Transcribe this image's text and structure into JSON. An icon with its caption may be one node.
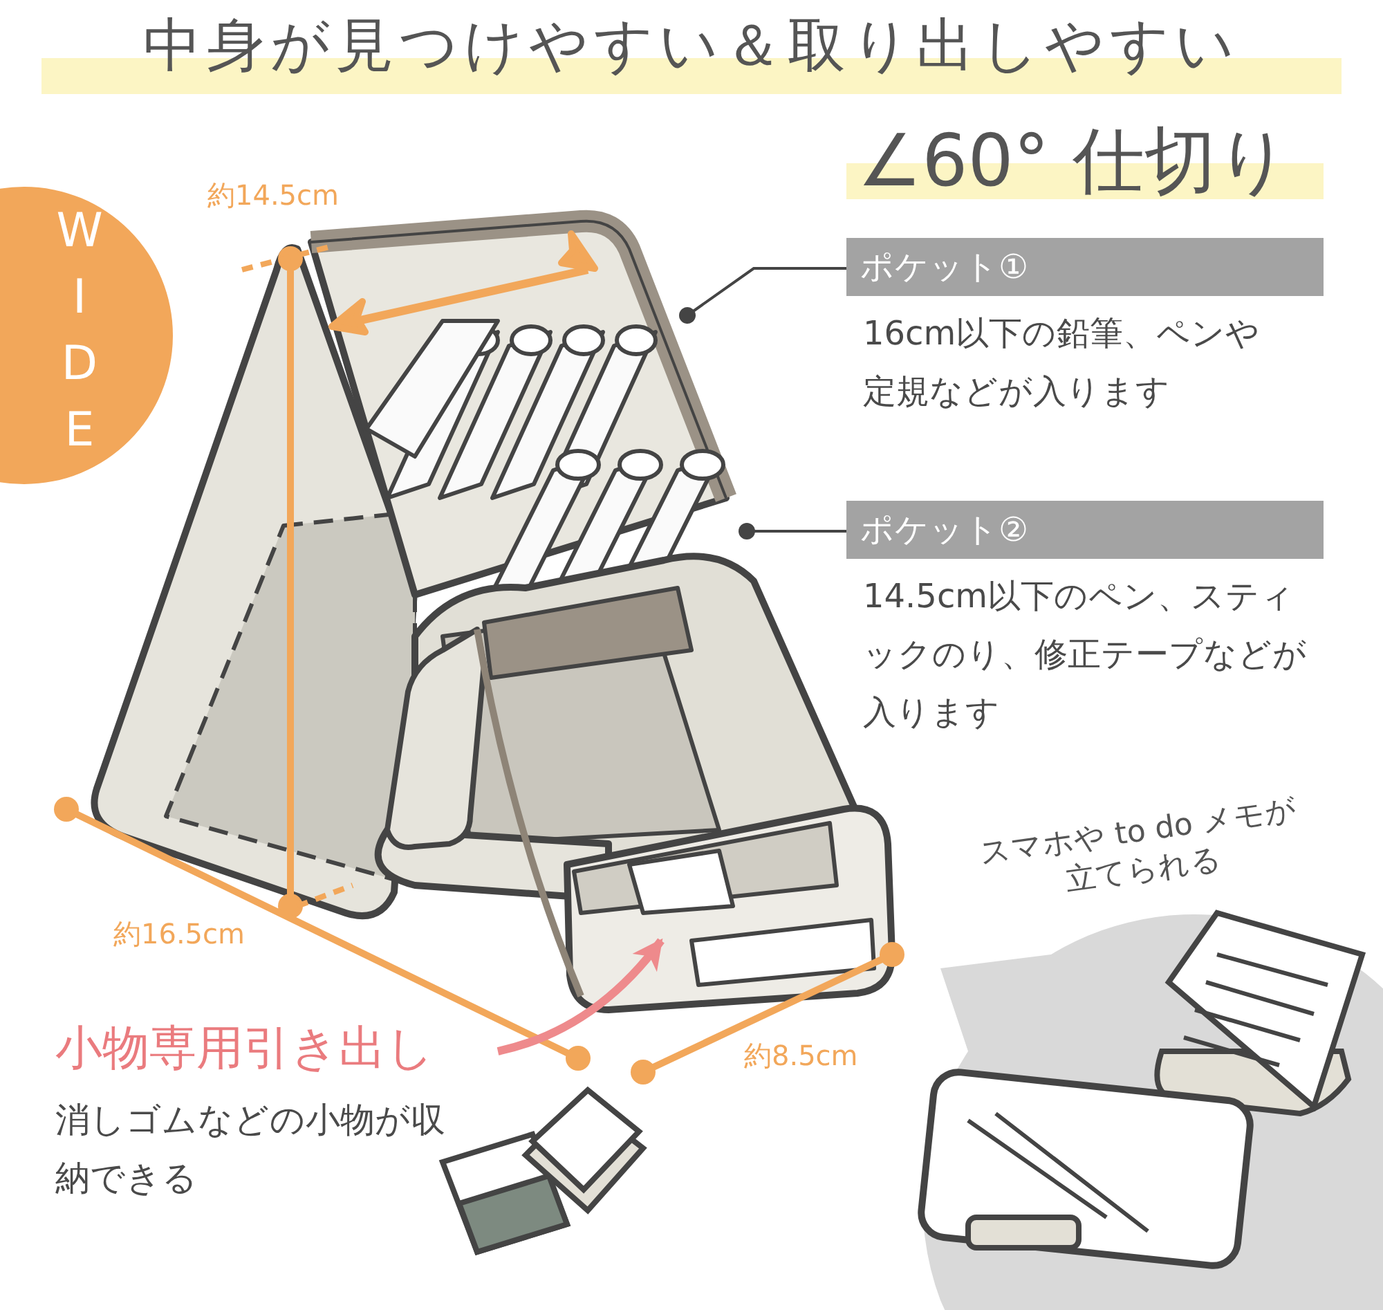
{
  "diagram": {
    "title": "中身が見つけやすい＆取り出しやすい",
    "nodes": [
      {
        "text": [
          "WIDE"
        ]
      },
      {
        "text": [
          "ポケット①",
          "16cm以下の鉛筆、ペンや定規などが入ります"
        ]
      },
      {
        "text": [
          "ポケット②",
          "14.5cm以下のペン、スティックのり、修正テープなどが入ります"
        ]
      },
      {
        "text": [
          "小物専用引き出し",
          "消しゴムなどの小物が収納できる"
        ]
      }
    ],
    "edges": [
      {
        "from": 1,
        "to": null,
        "arrow": "other"
      },
      {
        "from": 2,
        "to": null,
        "arrow": "other"
      },
      {
        "from": 3,
        "to": null,
        "arrow": "to",
        "color": "#ee8a8c",
        "style": "thick"
      }
    ],
    "labels": [
      "∠60° 仕切り",
      "約14.5cm",
      "約16.5cm",
      "約8.5cm",
      "スマホや to do メモが立てられる"
    ]
  }
}
